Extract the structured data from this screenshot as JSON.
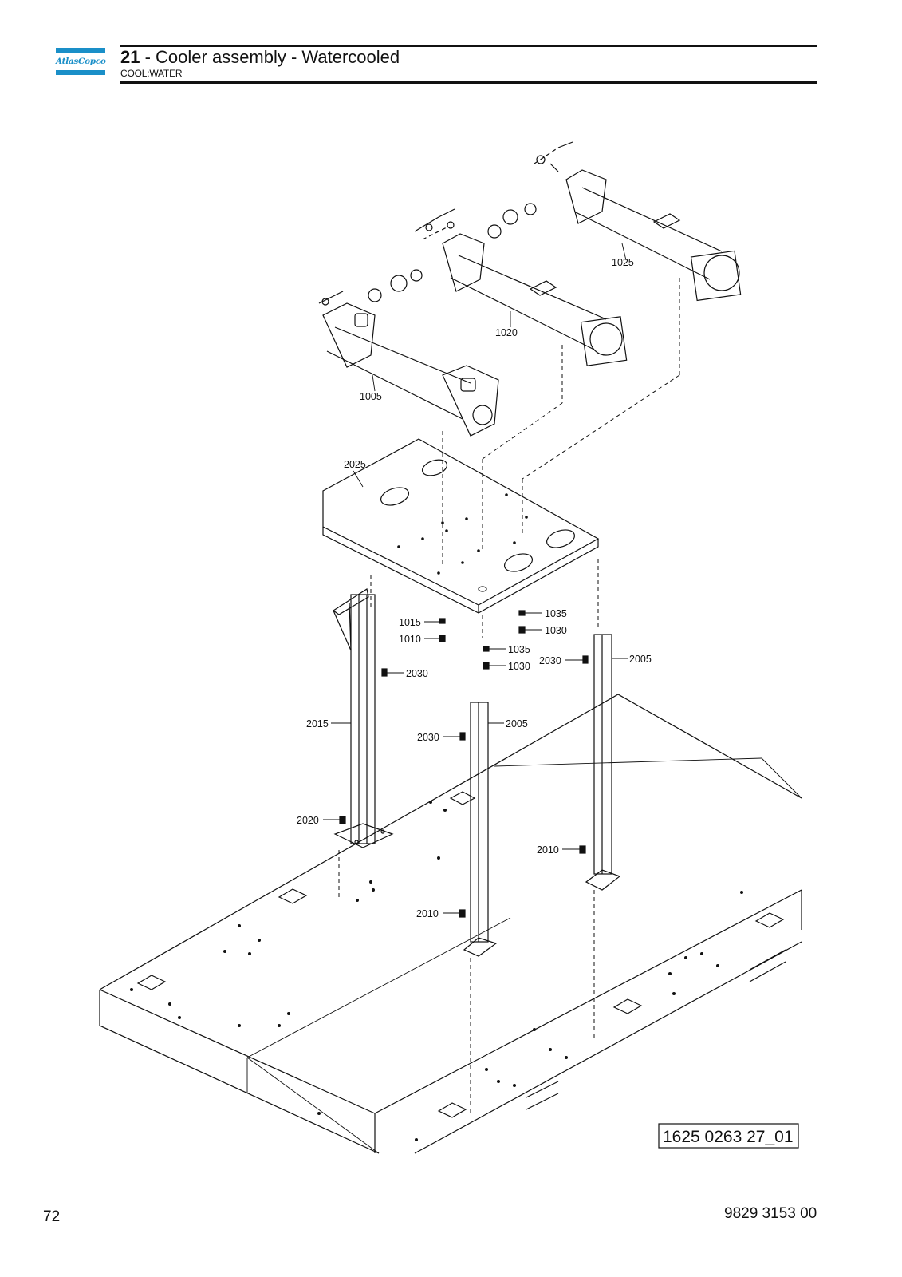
{
  "header": {
    "logo_text": "AtlasCopco",
    "section_number": "21",
    "section_title": " - Cooler assembly - Watercooled",
    "section_code": "COOL:WATER"
  },
  "drawing": {
    "reference": "1625 0263 27_01",
    "labels": [
      {
        "id": "l1025",
        "text": "1025"
      },
      {
        "id": "l1020",
        "text": "1020"
      },
      {
        "id": "l1005",
        "text": "1005"
      },
      {
        "id": "l2025",
        "text": "2025"
      },
      {
        "id": "l1015",
        "text": "1015"
      },
      {
        "id": "l1010",
        "text": "1010"
      },
      {
        "id": "l1035a",
        "text": "1035"
      },
      {
        "id": "l1030a",
        "text": "1030"
      },
      {
        "id": "l1035b",
        "text": "1035"
      },
      {
        "id": "l1030b",
        "text": "1030"
      },
      {
        "id": "l2030a",
        "text": "2030"
      },
      {
        "id": "l2005a",
        "text": "2005"
      },
      {
        "id": "l2030b",
        "text": "2030"
      },
      {
        "id": "l2015",
        "text": "2015"
      },
      {
        "id": "l2005b",
        "text": "2005"
      },
      {
        "id": "l2030c",
        "text": "2030"
      },
      {
        "id": "l2020",
        "text": "2020"
      },
      {
        "id": "l2010a",
        "text": "2010"
      },
      {
        "id": "l2010b",
        "text": "2010"
      }
    ]
  },
  "footer": {
    "page_number": "72",
    "document_number": "9829 3153 00"
  },
  "colors": {
    "brand": "#1a8fc8",
    "ink": "#111111"
  }
}
